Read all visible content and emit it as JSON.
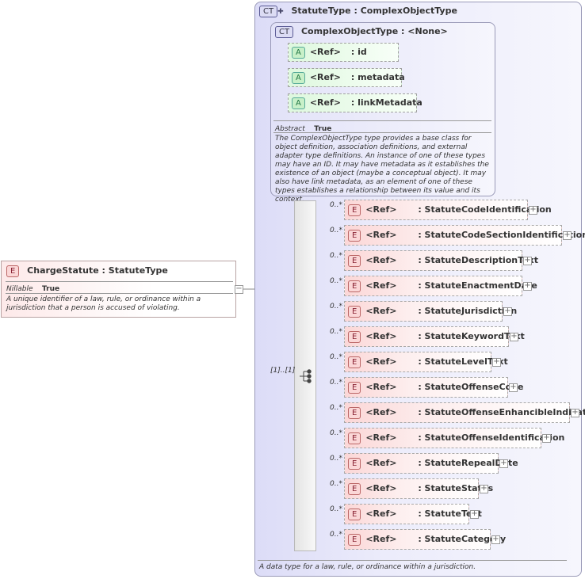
{
  "root_element": {
    "badge": "E",
    "name": "ChargeStatute",
    "separator": ":",
    "type": "StatuteType",
    "prop_label": "Nillable",
    "prop_value": "True",
    "doc": "A unique identifier of a law, rule, or ordinance within a jurisdiction that a person is accused of violating."
  },
  "statute_type": {
    "badge": "CT",
    "name": "StatuteType",
    "separator": ":",
    "base": "ComplexObjectType",
    "doc": "A data type for a law, rule, or ordinance within a jurisdiction."
  },
  "complex_object_type": {
    "badge": "CT",
    "name": "ComplexObjectType",
    "separator": ":",
    "base": "<None>",
    "prop_label": "Abstract",
    "prop_value": "True",
    "doc": "The ComplexObjectType type provides a base class for object definition, association definitions, and external adapter type definitions. An instance of one of these types may have an ID. It may have metadata as it establishes the existence of an object (maybe a conceptual object). It may also have link metadata, as an element of one of these types establishes a relationship between its value and its context.",
    "attributes": [
      {
        "badge": "A",
        "ref": "<Ref>",
        "name": ": id"
      },
      {
        "badge": "A",
        "ref": "<Ref>",
        "name": ": metadata"
      },
      {
        "badge": "A",
        "ref": "<Ref>",
        "name": ": linkMetadata"
      }
    ]
  },
  "sequence": {
    "occurrence": "[1]..[1]",
    "icon": "sequence-icon",
    "elements": [
      {
        "badge": "E",
        "ref": "<Ref>",
        "name": ": StatuteCodeIdentification",
        "occ": "0..*"
      },
      {
        "badge": "E",
        "ref": "<Ref>",
        "name": ": StatuteCodeSectionIdentification",
        "occ": "0..*"
      },
      {
        "badge": "E",
        "ref": "<Ref>",
        "name": ": StatuteDescriptionText",
        "occ": "0..*"
      },
      {
        "badge": "E",
        "ref": "<Ref>",
        "name": ": StatuteEnactmentDate",
        "occ": "0..*"
      },
      {
        "badge": "E",
        "ref": "<Ref>",
        "name": ": StatuteJurisdiction",
        "occ": "0..*"
      },
      {
        "badge": "E",
        "ref": "<Ref>",
        "name": ": StatuteKeywordText",
        "occ": "0..*"
      },
      {
        "badge": "E",
        "ref": "<Ref>",
        "name": ": StatuteLevelText",
        "occ": "0..*"
      },
      {
        "badge": "E",
        "ref": "<Ref>",
        "name": ": StatuteOffenseCode",
        "occ": "0..*"
      },
      {
        "badge": "E",
        "ref": "<Ref>",
        "name": ": StatuteOffenseEnhancibleIndicator",
        "occ": "0..*"
      },
      {
        "badge": "E",
        "ref": "<Ref>",
        "name": ": StatuteOffenseIdentification",
        "occ": "0..*"
      },
      {
        "badge": "E",
        "ref": "<Ref>",
        "name": ": StatuteRepealDate",
        "occ": "0..*"
      },
      {
        "badge": "E",
        "ref": "<Ref>",
        "name": ": StatuteStatus",
        "occ": "0..*"
      },
      {
        "badge": "E",
        "ref": "<Ref>",
        "name": ": StatuteText",
        "occ": "0..*"
      },
      {
        "badge": "E",
        "ref": "<Ref>",
        "name": ": StatuteCategory",
        "occ": "0..*"
      }
    ]
  },
  "colors": {
    "element_fill": "#fbd7d7",
    "attribute_fill": "#def8de",
    "complex_type_fill": "#dcdcf7"
  }
}
